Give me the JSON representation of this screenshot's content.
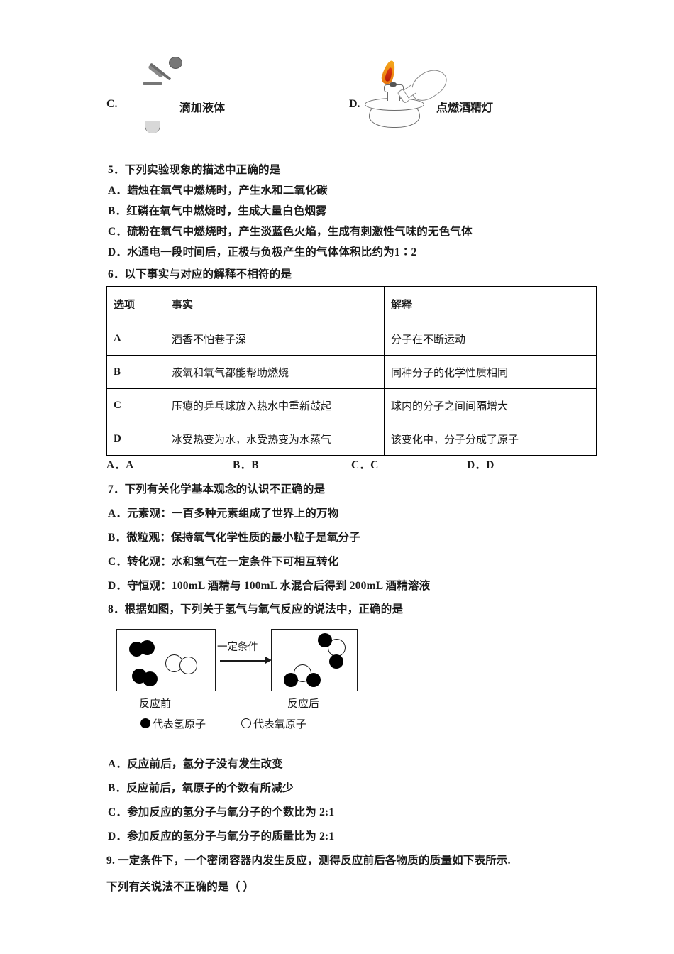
{
  "picture_choices": [
    {
      "letter": "C.",
      "caption": "滴加液体",
      "icon": "test-tube-dropper"
    },
    {
      "letter": "D.",
      "caption": "点燃酒精灯",
      "icon": "alcohol-lamp-lighting"
    }
  ],
  "q5": {
    "stem": "5．下列实验现象的描述中正确的是",
    "options": [
      "A．蜡烛在氧气中燃烧时，产生水和二氧化碳",
      "B．红磷在氧气中燃烧时，生成大量白色烟雾",
      "C．硫粉在氧气中燃烧时，产生淡蓝色火焰，生成有刺激性气味的无色气体",
      "D．水通电一段时间后，正极与负极产生的气体体积比约为1∶2"
    ]
  },
  "q6": {
    "stem": "6．以下事实与对应的解释不相符的是",
    "table": {
      "headers": [
        "选项",
        "事实",
        "解释"
      ],
      "rows": [
        [
          "A",
          "酒香不怕巷子深",
          "分子在不断运动"
        ],
        [
          "B",
          "液氧和氧气都能帮助燃烧",
          "同种分子的化学性质相同"
        ],
        [
          "C",
          "压瘪的乒乓球放入热水中重新鼓起",
          "球内的分子之间间隔增大"
        ],
        [
          "D",
          "冰受热变为水，水受热变为水蒸气",
          "该变化中，分子分成了原子"
        ]
      ]
    },
    "answers": [
      "A．A",
      "B．B",
      "C．C",
      "D．D"
    ]
  },
  "q7": {
    "stem": "7．下列有关化学基本观念的认识不正确的是",
    "options": [
      "A．元素观：一百多种元素组成了世界上的万物",
      "B．微粒观：保持氧气化学性质的最小粒子是氧分子",
      "C．转化观：水和氢气在一定条件下可相互转化",
      "D．守恒观：100mL 酒精与 100mL 水混合后得到 200mL 酒精溶液"
    ]
  },
  "q8": {
    "stem": "8．根据如图，下列关于氢气与氧气反应的说法中，正确的是",
    "diagram": {
      "arrow_label": "一定条件",
      "caption_before": "反应前",
      "caption_after": "反应后",
      "legend_hydrogen": "代表氢原子",
      "legend_oxygen": "代表氧原子",
      "before": {
        "hydrogen_molecules": 2,
        "oxygen_molecules": 1
      },
      "after": {
        "water_molecules": 2
      }
    },
    "options": [
      "A．反应前后，氢分子没有发生改变",
      "B．反应前后，氧原子的个数有所减少",
      "C．参加反应的氢分子与氧分子的个数比为 2:1",
      "D．参加反应的氢分子与氧分子的质量比为 2:1"
    ]
  },
  "q9": {
    "stem_line1": "9. 一定条件下，一个密闭容器内发生反应，测得反应前后各物质的质量如下表所示.",
    "stem_line2": "下列有关说法不正确的是（  ）"
  },
  "colors": {
    "text": "#1a1a1a",
    "rule": "#000000",
    "flame_outer": "#e8760e",
    "flame_inner": "#b51b08",
    "glass": "#6a6a6a"
  }
}
